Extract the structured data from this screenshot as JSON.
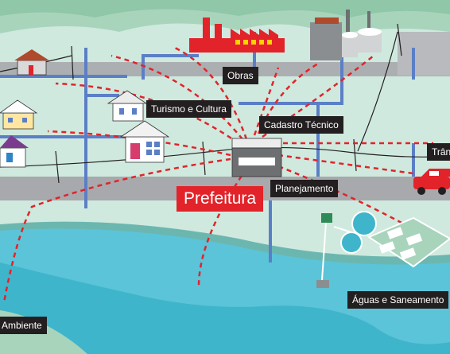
{
  "labels": {
    "obras": "Obras",
    "turismo": "Turismo e Cultura",
    "cadastro": "Cadastro Técnico",
    "transito_partial": "Trân",
    "planejamento": "Planejamento",
    "aguas": "Águas e Saneamento",
    "ambiente_partial": "Ambiente"
  },
  "center": {
    "title": "Prefeitura"
  },
  "colors": {
    "land": "#cfe9de",
    "grass": "#a8d4bc",
    "road": "#a7a9ac",
    "river": "#5bc4d8",
    "riverbank": "#6bb7b0",
    "pipes": "#5b7fc6",
    "dashed_links": "#e2232a",
    "label_bg": "#231f20",
    "center_bg": "#e2232a"
  },
  "icons": {
    "factory": "factory-icon",
    "plant": "treatment-plant-icon",
    "houses": "house-icon",
    "car": "car-icon",
    "city_hall": "city-hall-icon"
  }
}
